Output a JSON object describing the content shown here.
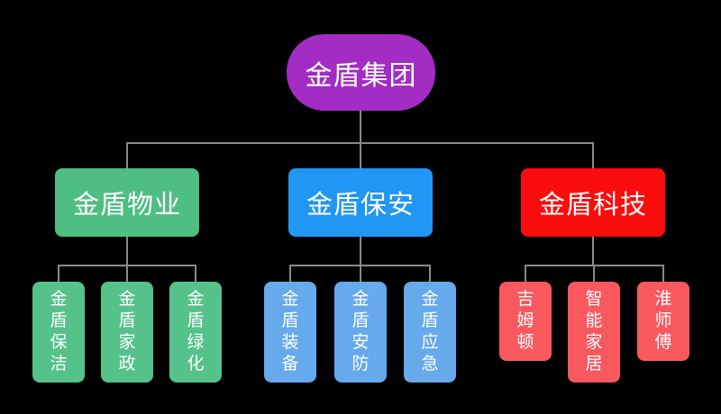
{
  "diagram": {
    "type": "org-chart",
    "background": "#000000",
    "line_color": "#8a8a8a",
    "text_color": "#ffffff",
    "root": {
      "label": "金盾集团",
      "color": "#a32cc4"
    },
    "groups": [
      {
        "label": "金盾物业",
        "color": "#4fbe83",
        "child_color": "#55c28a",
        "children": [
          "金盾保洁",
          "金盾家政",
          "金盾绿化"
        ]
      },
      {
        "label": "金盾保安",
        "color": "#2196f3",
        "child_color": "#66a9ec",
        "children": [
          "金盾装备",
          "金盾安防",
          "金盾应急"
        ]
      },
      {
        "label": "金盾科技",
        "color": "#fb0d0d",
        "child_color": "#f9585f",
        "children": [
          "吉姆顿",
          "智能家居",
          "淮师傅"
        ]
      }
    ]
  }
}
